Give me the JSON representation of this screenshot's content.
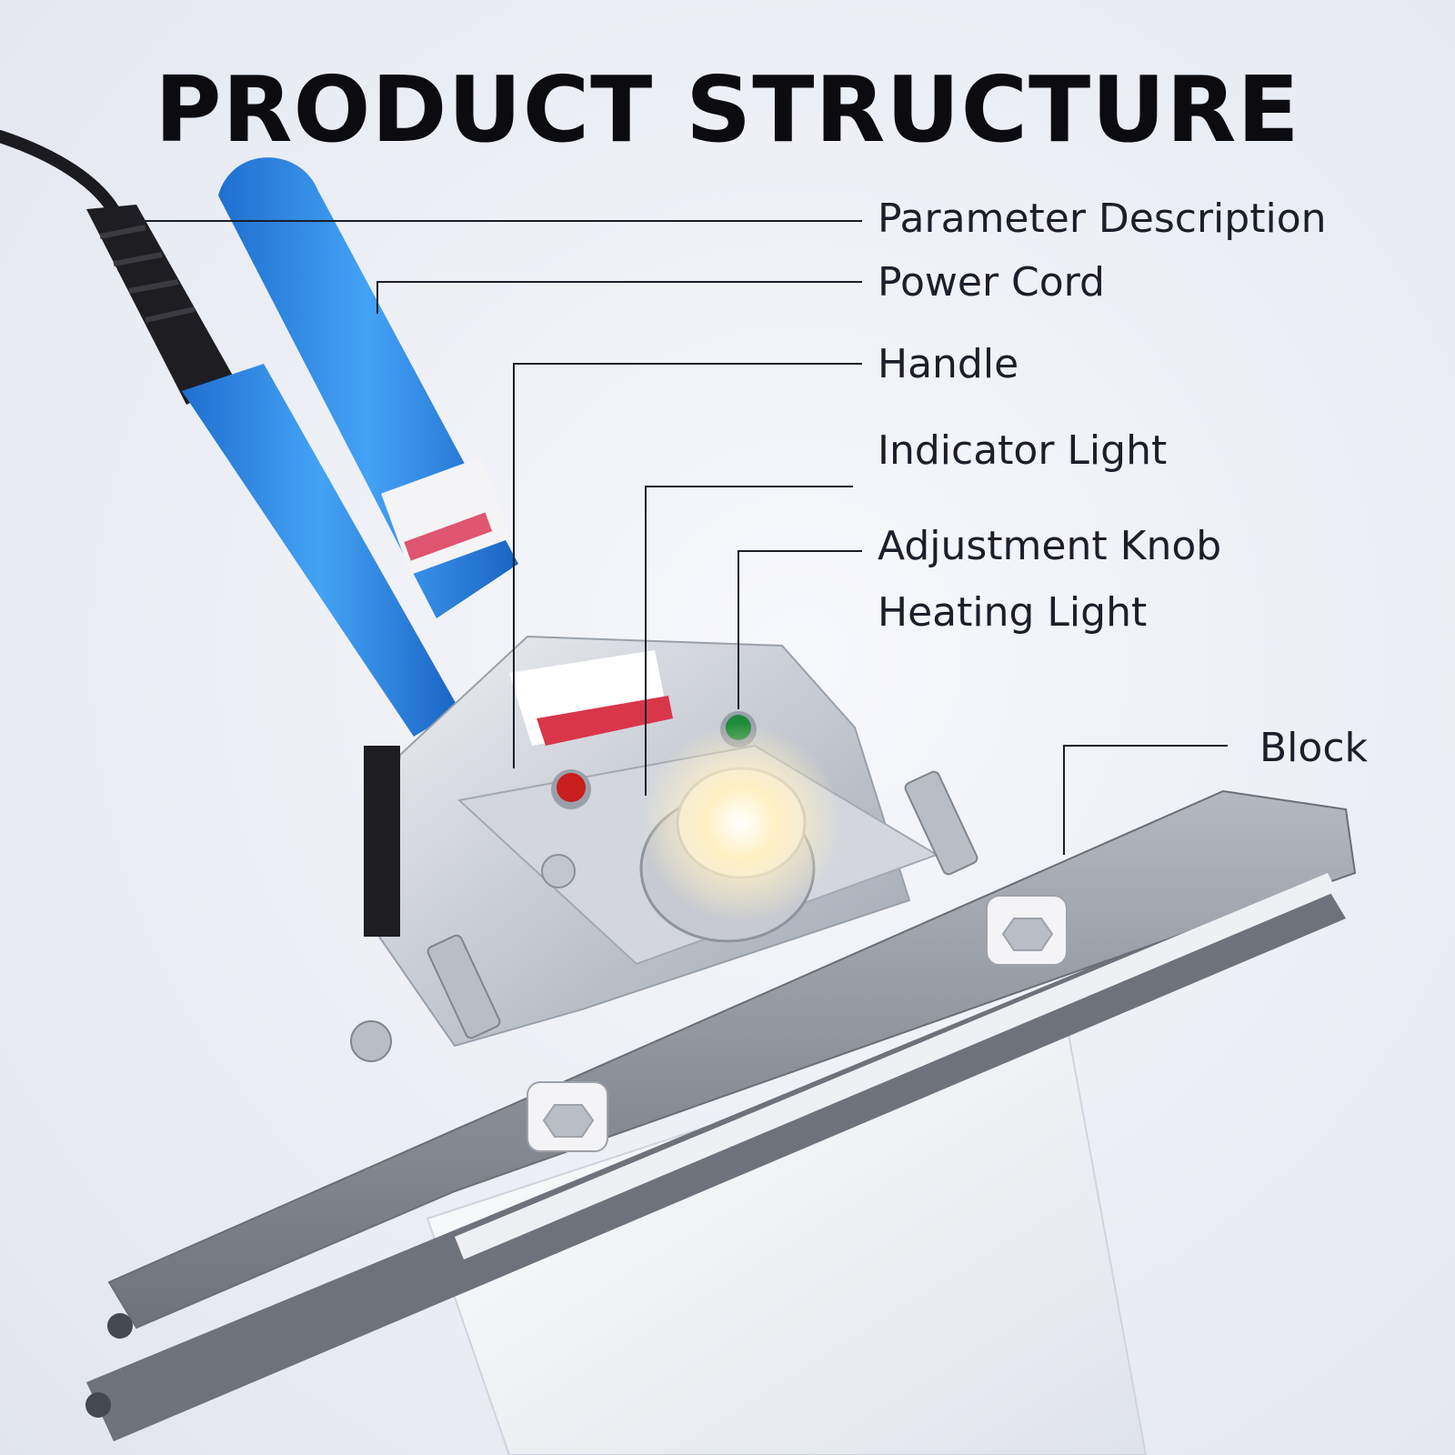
{
  "title": "PRODUCT STRUCTURE",
  "labels": {
    "parameter_description": "Parameter Description",
    "power_cord": "Power Cord",
    "handle": "Handle",
    "indicator_light": "Indicator Light",
    "adjustment_knob": "Adjustment Knob",
    "heating_light": "Heating Light",
    "block": "Block"
  },
  "colors": {
    "handle_blue": "#2f8be8",
    "body_silver": "#c9ccd3",
    "bar_gray": "#8f939b",
    "indicator_red": "#c81e1e",
    "indicator_green": "#1f8a3a",
    "lamp_glow": "#fff4c8",
    "leader_line": "#1b1f2a"
  }
}
